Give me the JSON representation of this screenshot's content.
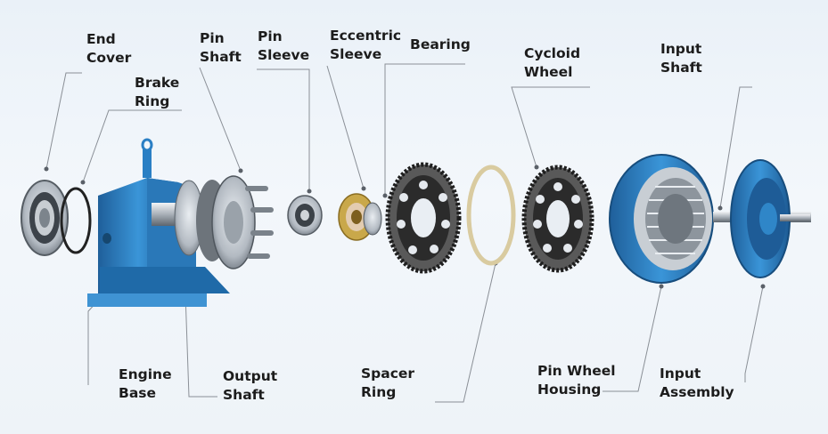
{
  "labels": {
    "end_cover": [
      "End",
      "Cover"
    ],
    "brake_ring": [
      "Brake",
      "Ring"
    ],
    "pin_shaft": [
      "Pin",
      "Shaft"
    ],
    "pin_sleeve": [
      "Pin",
      "Sleeve"
    ],
    "eccentric_sleeve": [
      "Eccentric",
      "Sleeve"
    ],
    "bearing": [
      "Bearing"
    ],
    "cycloid_wheel": [
      "Cycloid",
      "Wheel"
    ],
    "input_shaft": [
      "Input",
      "Shaft"
    ],
    "engine_base": [
      "Engine",
      "Base"
    ],
    "output_shaft": [
      "Output",
      "Shaft"
    ],
    "spacer_ring": [
      "Spacer",
      "Ring"
    ],
    "pin_wheel_housing": [
      "Pin Wheel",
      "Housing"
    ],
    "input_assembly": [
      "Input",
      "Assembly"
    ]
  },
  "colors": {
    "housing_blue": "#2a7fc4",
    "steel": "#b9bfc6",
    "dark_gear": "#2b2b2b",
    "brass": "#c9a84a",
    "spacer": "#d9cba0",
    "leader_line": "#8a8f96"
  }
}
